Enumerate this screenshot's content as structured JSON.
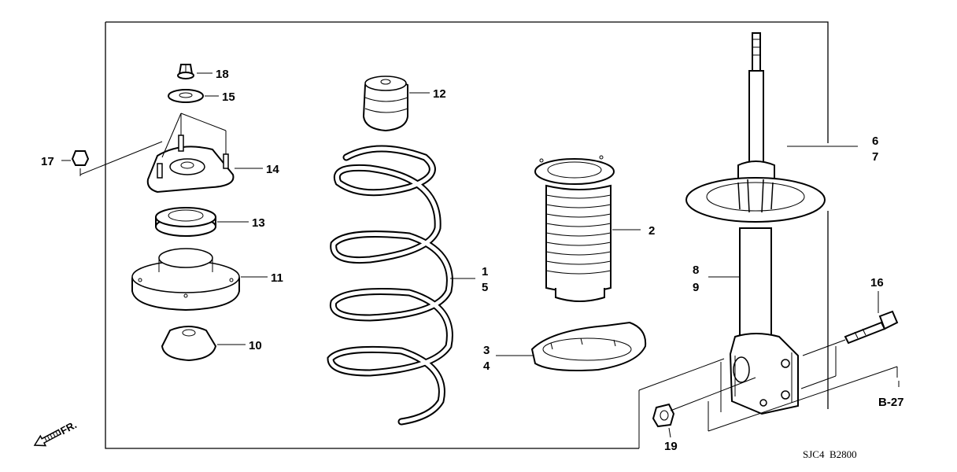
{
  "part_labels": {
    "p1": "1",
    "p2": "2",
    "p3": "3",
    "p4": "4",
    "p5": "5",
    "p6": "6",
    "p7": "7",
    "p8": "8",
    "p9": "9",
    "p10": "10",
    "p11": "11",
    "p12": "12",
    "p13": "13",
    "p14": "14",
    "p15": "15",
    "p16": "16",
    "p17": "17",
    "p18": "18",
    "p19": "19"
  },
  "reference": "B-27",
  "front_marker": "FR.",
  "diagram_code": "SJC4  B2800"
}
